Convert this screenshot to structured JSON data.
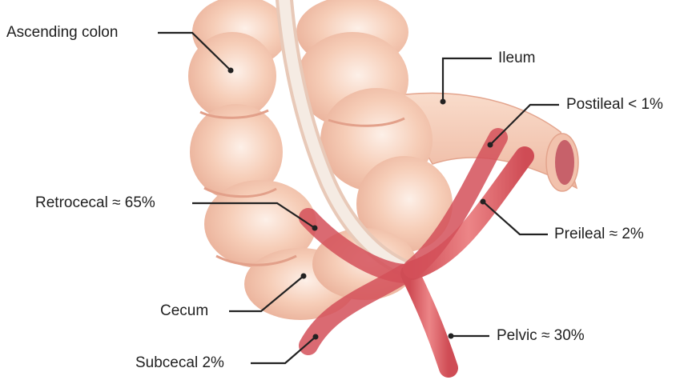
{
  "labels": {
    "ascending_colon": "Ascending colon",
    "ileum": "Ileum",
    "postileal": "Postileal < 1%",
    "retrocecal": "Retrocecal ≈ 65%",
    "preileal": "Preileal ≈ 2%",
    "cecum": "Cecum",
    "pelvic": "Pelvic ≈ 30%",
    "subcecal": "Subcecal 2%"
  },
  "colors": {
    "colon_fill": "#f6cdb7",
    "colon_shadow": "#e9ab93",
    "taenia": "#f3e6dc",
    "appendix": "#d9565e",
    "appendix_light": "#ee8a8c",
    "leader_line": "#222222"
  }
}
